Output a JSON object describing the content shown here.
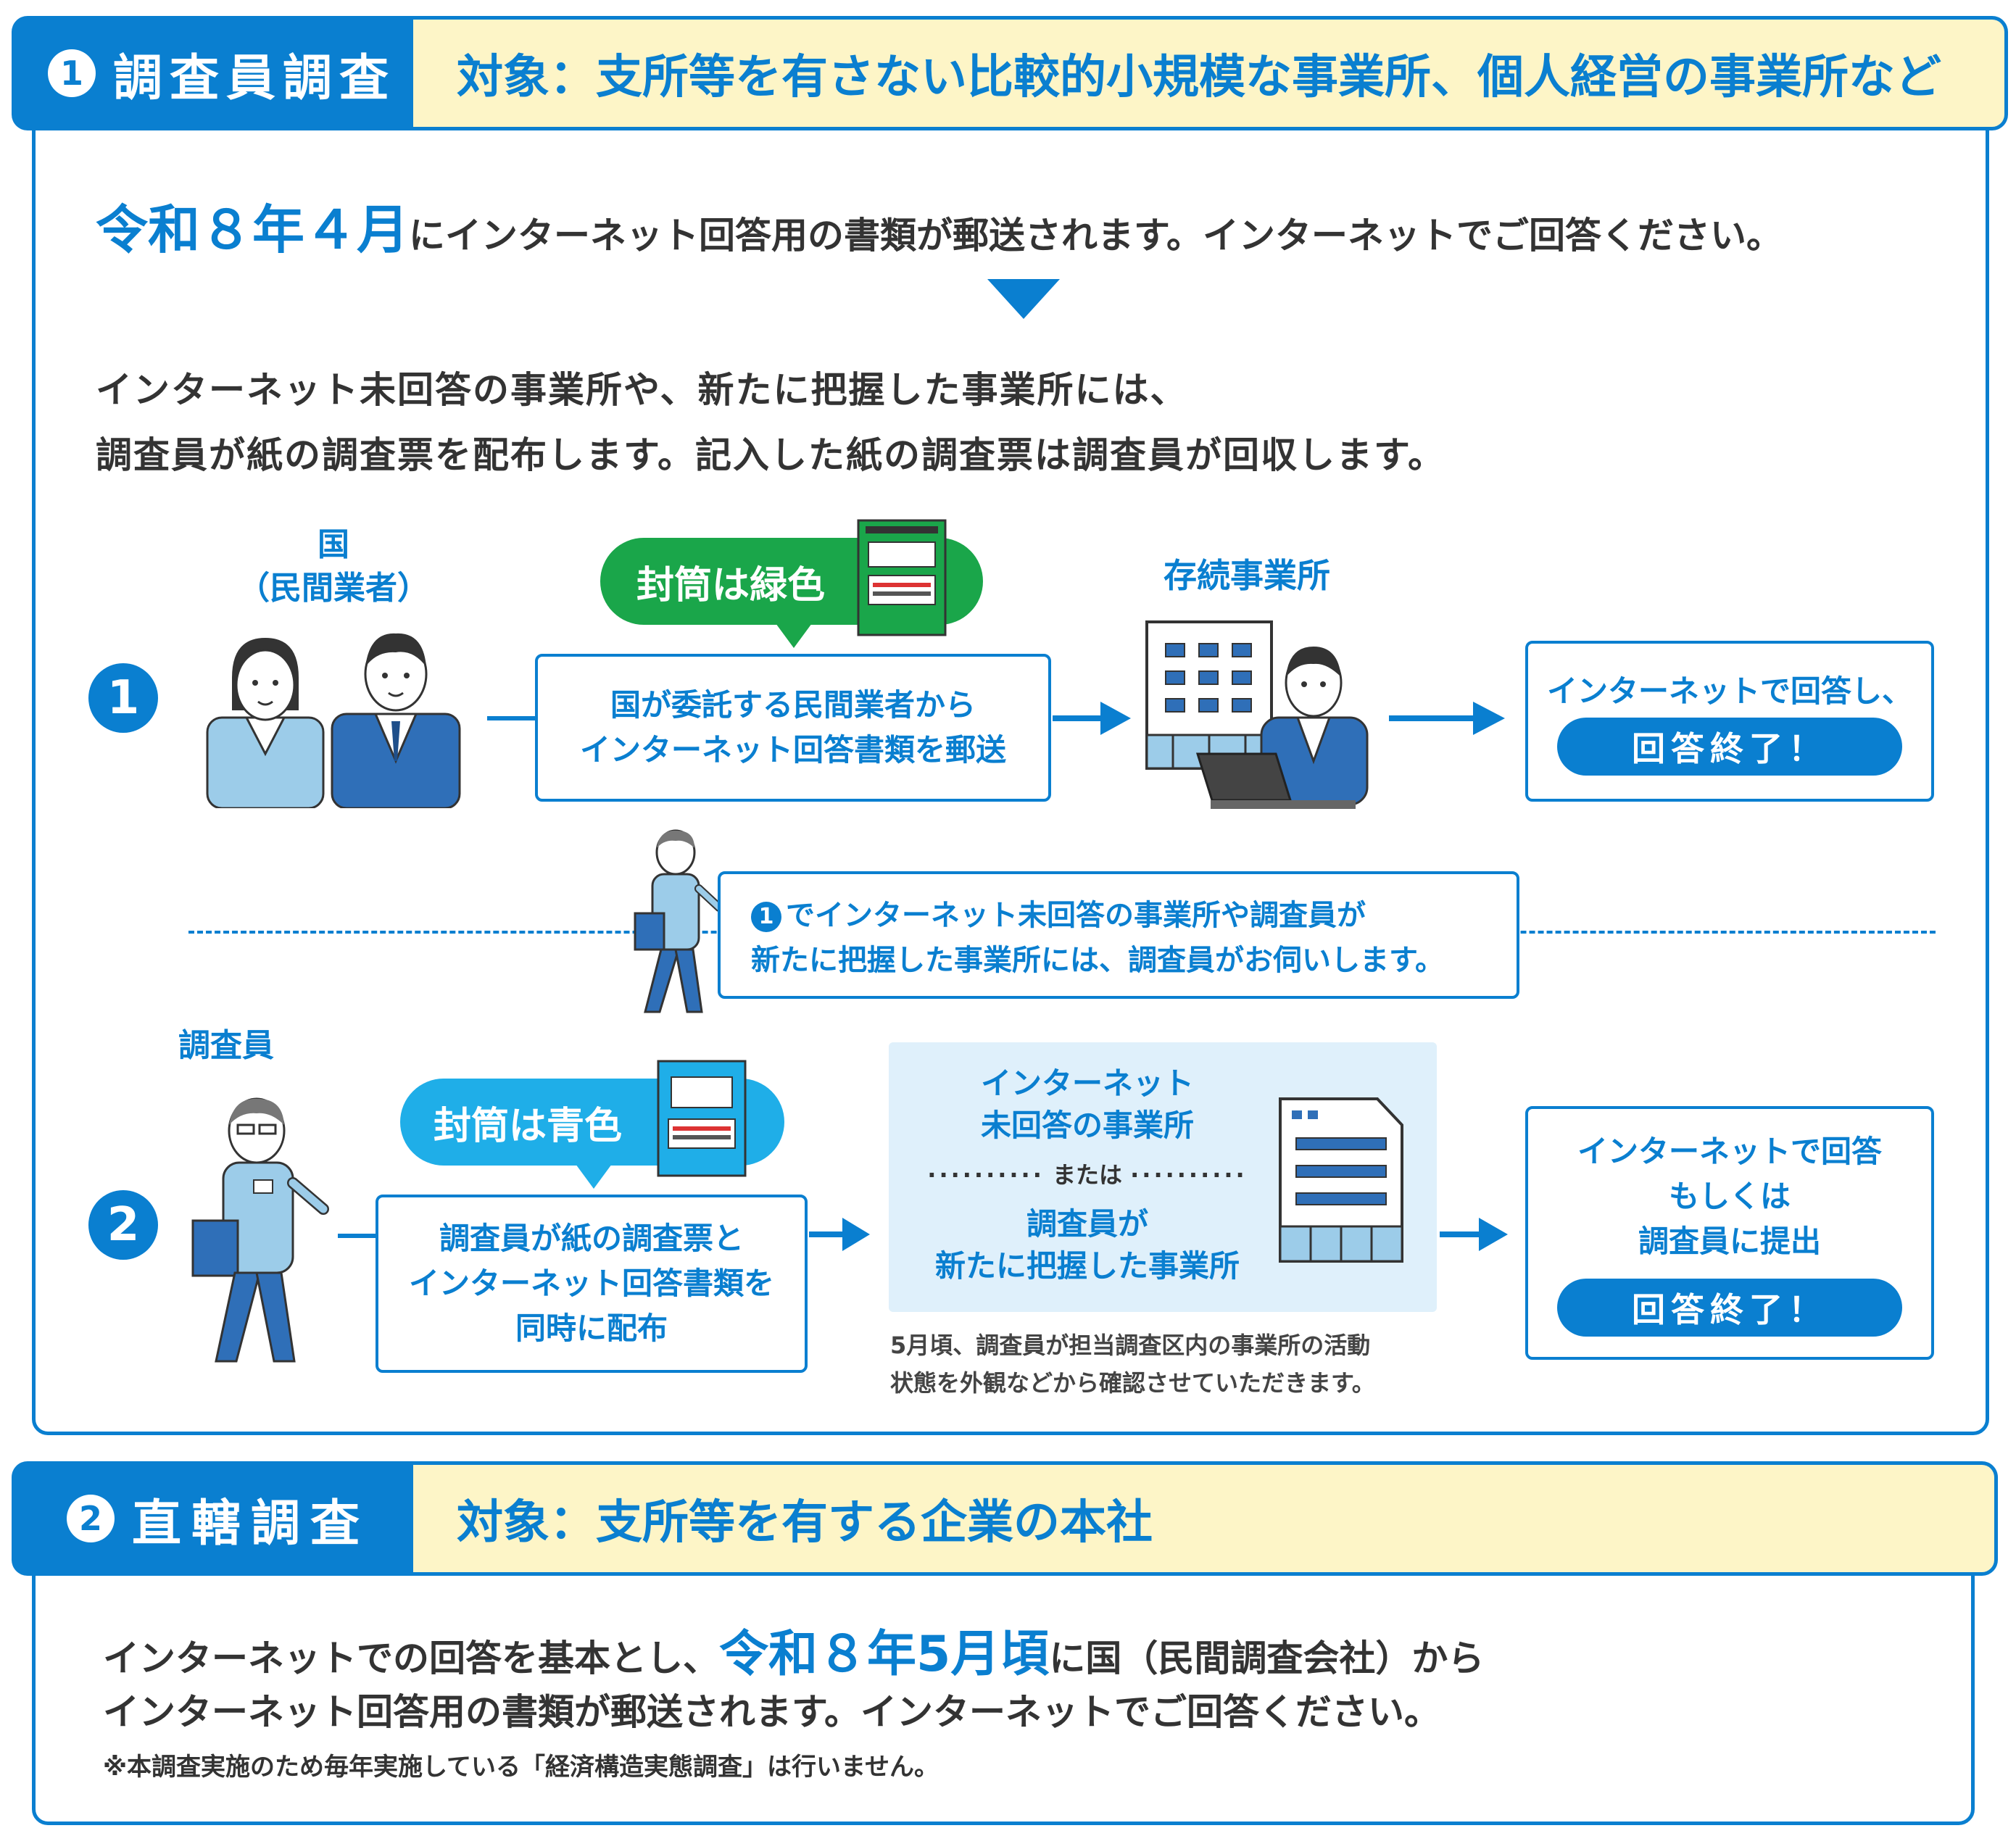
{
  "section1": {
    "num": "1",
    "title": "調査員調査",
    "target": "対象：支所等を有さない比較的小規模な事業所、個人経営の事業所など",
    "lead_highlight": "令和８年４月",
    "lead_rest": "にインターネット回答用の書類が郵送されます。インターネットでご回答ください。",
    "desc_line1": "インターネット未回答の事業所や、新たに把握した事業所には、",
    "desc_line2": "調査員が紙の調査票を配布します。記入した紙の調査票は調査員が回収します。",
    "country_label_1": "国",
    "country_label_2": "（民間業者）",
    "investigator_label": "調査員",
    "step1": {
      "num": "1",
      "bubble": "封筒は緑色",
      "box_line1": "国が委託する民間業者から",
      "box_line2": "インターネット回答書類を郵送",
      "business_label": "存続事業所",
      "result_line1": "インターネットで回答し、",
      "result_pill": "回答終了！"
    },
    "divider_note_num": "1",
    "divider_note_line1": "でインターネット未回答の事業所や調査員が",
    "divider_note_line2": "新たに把握した事業所には、調査員がお伺いします。",
    "step2": {
      "num": "2",
      "bubble": "封筒は青色",
      "box_line1": "調査員が紙の調査票と",
      "box_line2": "インターネット回答書類を",
      "box_line3": "同時に配布",
      "target_line1": "インターネット",
      "target_line2": "未回答の事業所",
      "target_or": "または",
      "target_line3": "調査員が",
      "target_line4": "新たに把握した事業所",
      "note_line1": "5月頃、調査員が担当調査区内の事業所の活動",
      "note_line2": "状態を外観などから確認させていただきます。",
      "result_line1": "インターネットで回答",
      "result_line2": "もしくは",
      "result_line3": "調査員に提出",
      "result_pill": "回答終了！"
    }
  },
  "section2": {
    "num": "2",
    "title": "直轄調査",
    "target": "対象：支所等を有する企業の本社",
    "line1_pre": "インターネットでの回答を基本とし、",
    "line1_highlight": "令和８年5月頃",
    "line1_post": "に国（民間調査会社）から",
    "line2": "インターネット回答用の書類が郵送されます。インターネットでご回答ください。",
    "note": "※本調査実施のため毎年実施している「経済構造実態調査」は行いません。"
  },
  "colors": {
    "primary_blue": "#0a7fd0",
    "light_blue": "#1faee8",
    "green": "#1aa64a",
    "yellow_bg": "#fdf5c7",
    "pale_blue_bg": "#dff0fb"
  },
  "icons": [
    "people-icon",
    "envelope-icon",
    "building-icon",
    "worker-laptop-icon",
    "walking-investigator-icon",
    "office-building-icon",
    "arrow-right-icon",
    "arrow-down-icon"
  ]
}
